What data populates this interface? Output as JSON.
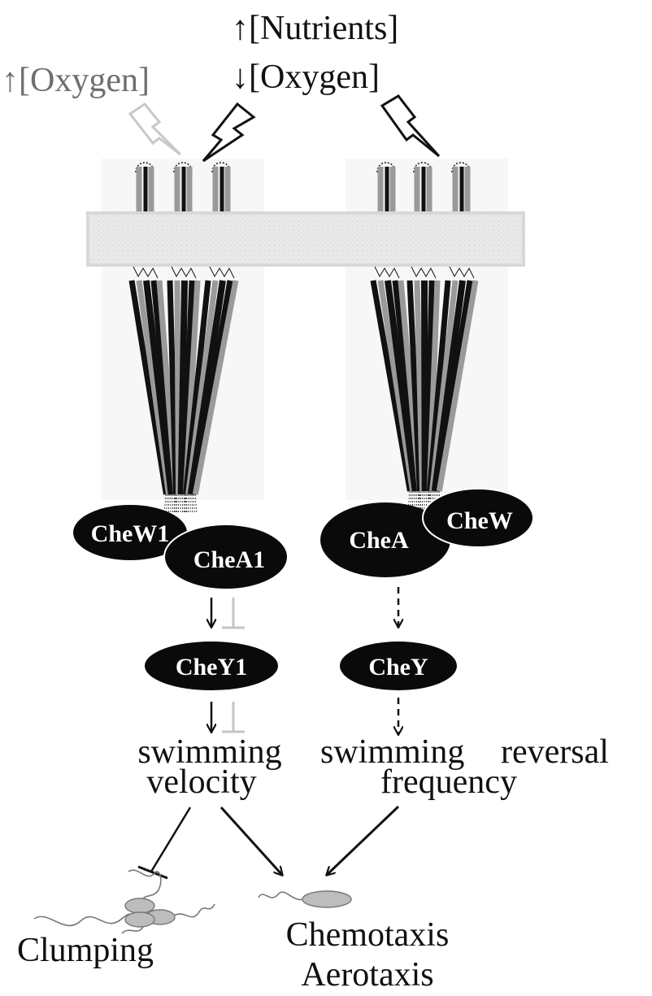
{
  "stimuli": {
    "left_oxygen": {
      "arrow": "↑",
      "text": "[Oxygen]"
    },
    "top_nutrients": {
      "arrow": "↑",
      "text": "[Nutrients]"
    },
    "top_oxygen": {
      "arrow": "↓",
      "text": "[Oxygen]"
    }
  },
  "proteins": {
    "chew1": "CheW1",
    "chea1": "CheA1",
    "chey1": "CheY1",
    "chea": "CheA",
    "chew": "CheW",
    "chey": "CheY"
  },
  "outputs": {
    "left_line1": "swimming",
    "left_line2": "velocity",
    "right_line1": "swimming",
    "right_line1b": "reversal",
    "right_line2": "frequency"
  },
  "phenotypes": {
    "clumping": "Clumping",
    "chemotaxis": "Chemotaxis",
    "aerotaxis": "Aerotaxis"
  },
  "colors": {
    "dark": "#111111",
    "gray": "#9a9a9a",
    "light": "#c8c8c8",
    "membrane": "#e6e6e6",
    "cell": "#bdbdbd"
  }
}
